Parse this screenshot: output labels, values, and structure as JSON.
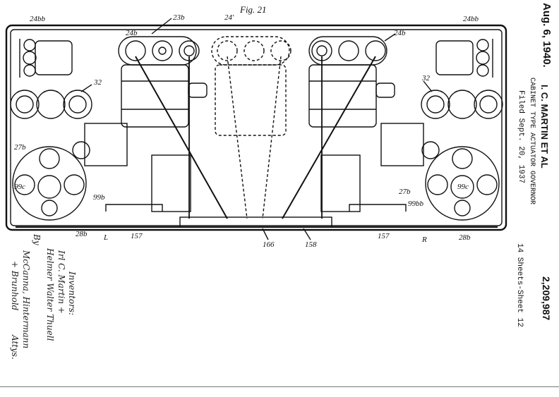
{
  "header": {
    "date": "Aug. 6, 1940.",
    "inventor": "I. C. MARTIN ET AL",
    "patent_number": "2,209,987",
    "title": "CABINET TYPE ACTUATOR GOVERNOR",
    "filed": "Filed Sept. 20, 1937",
    "sheets": "14 Sheets-Sheet 12"
  },
  "figure": {
    "name": "Fig. 21",
    "labels": {
      "l24bb_left": "24bb",
      "l23b": "23b",
      "l24b_left": "24b",
      "l24prime": "24'",
      "l24b_right": "24b",
      "l24bb_right": "24bb",
      "l32_left": "32",
      "l32_right": "32",
      "l27b_left": "27b",
      "l27b_right": "27b",
      "l99c_left": "99c",
      "l99c_right": "99c",
      "l99b": "99b",
      "l99bb": "99bb",
      "l28b_left": "28b",
      "l28b_right": "28b",
      "lL": "L",
      "lR": "R",
      "l157_left": "157",
      "l157_right": "157",
      "l166": "166",
      "l158": "158"
    }
  },
  "signature": {
    "inventors_heading": "Inventors:",
    "inventor_1": "Irl C. Martin +",
    "inventor_2": "Helmer Walter Thuell",
    "by": "By",
    "attorneys_1": "McCanna, Hintermann",
    "attorneys_2": "+ Brunhold",
    "attys": "Attys."
  }
}
